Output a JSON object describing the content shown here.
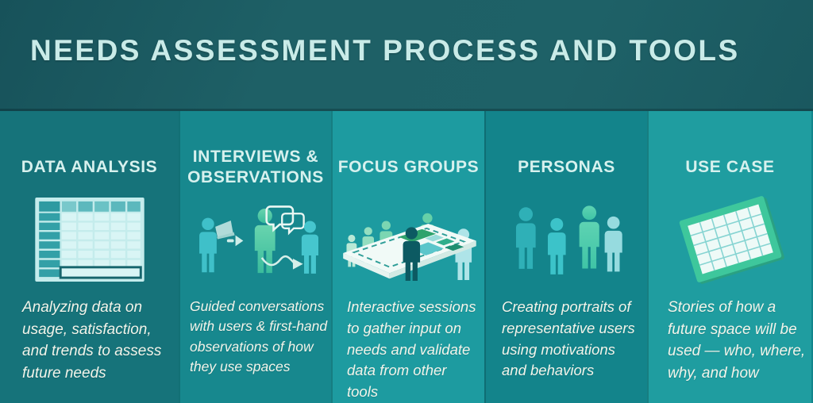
{
  "header": {
    "title": "NEEDS ASSESSMENT PROCESS AND TOOLS"
  },
  "colors": {
    "header_bg": "#1d5e64",
    "header_title_text": "#c9ebe8",
    "column_bgs": [
      "#16737a",
      "#17888e",
      "#1d9ba0",
      "#13848b",
      "#1f9da0"
    ],
    "title_text": "#d7f1ee",
    "description_text": "#f2f4ea",
    "accent_green": "#3ec79c",
    "person_teal": "#3fc0c9",
    "dark_figure": "#0c5a62"
  },
  "columns": [
    {
      "id": "data-analysis",
      "title": "DATA ANALYSIS",
      "icon": "spreadsheet-table-icon",
      "description": "Analyzing data on usage, satisfaction, and trends to assess future needs"
    },
    {
      "id": "interviews-observations",
      "title": "INTERVIEWS & OBSERVATIONS",
      "icon": "interview-people-icon",
      "description": "Guided conversations with users & first-hand observations of how they use spaces"
    },
    {
      "id": "focus-groups",
      "title": "FOCUS GROUPS",
      "icon": "floorplan-group-icon",
      "description": "Interactive sessions to gather input on needs and validate data from other tools"
    },
    {
      "id": "personas",
      "title": "PERSONAS",
      "icon": "people-group-icon",
      "description": "Creating portraits of representative users using motivations and behaviors"
    },
    {
      "id": "use-case",
      "title": "USE CASE",
      "icon": "tilted-grid-icon",
      "description": "Stories of how a future space will be used — who, where, why, and how"
    }
  ]
}
